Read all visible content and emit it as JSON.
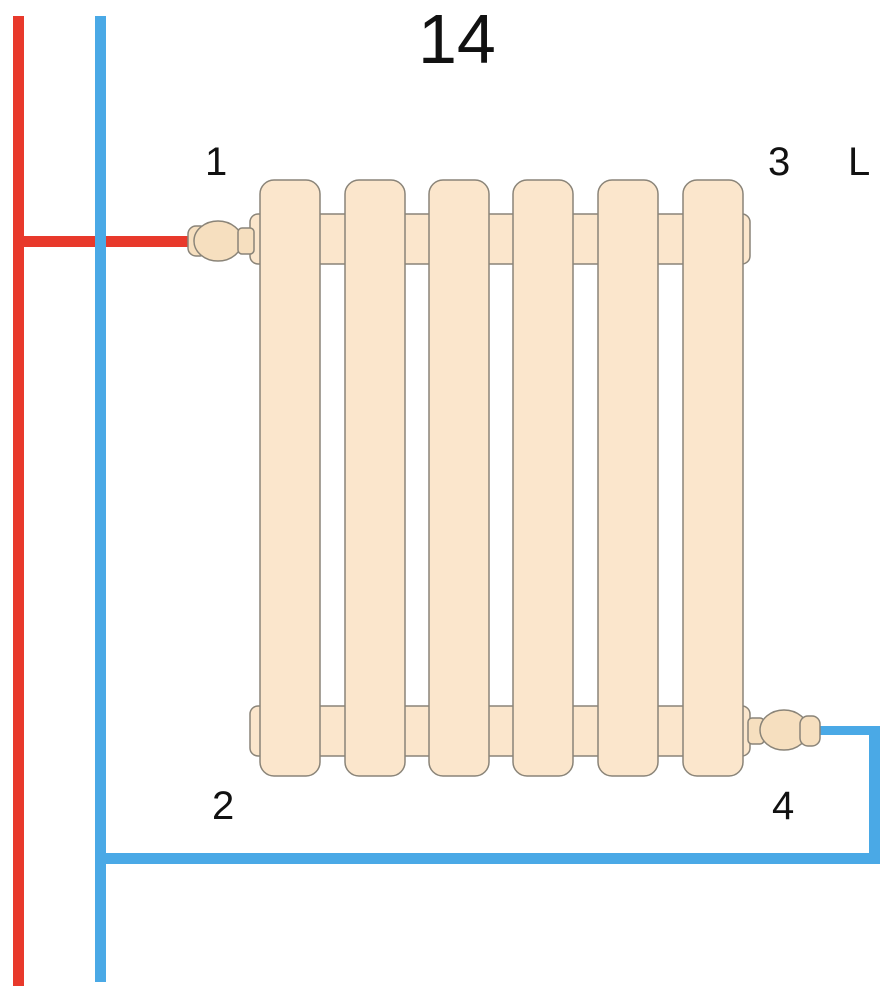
{
  "diagram": {
    "number": "14",
    "connection_labels": {
      "c1": "1",
      "c2": "2",
      "c3": "3",
      "c4": "4"
    },
    "side": "L",
    "colors": {
      "supply_pipe": "#e8392b",
      "return_pipe": "#4aa9e6",
      "radiator_fill": "#fbe6cc",
      "radiator_outline": "#8a8478",
      "valve_fill": "#f6dfbf"
    },
    "radiator_sections": 6
  }
}
